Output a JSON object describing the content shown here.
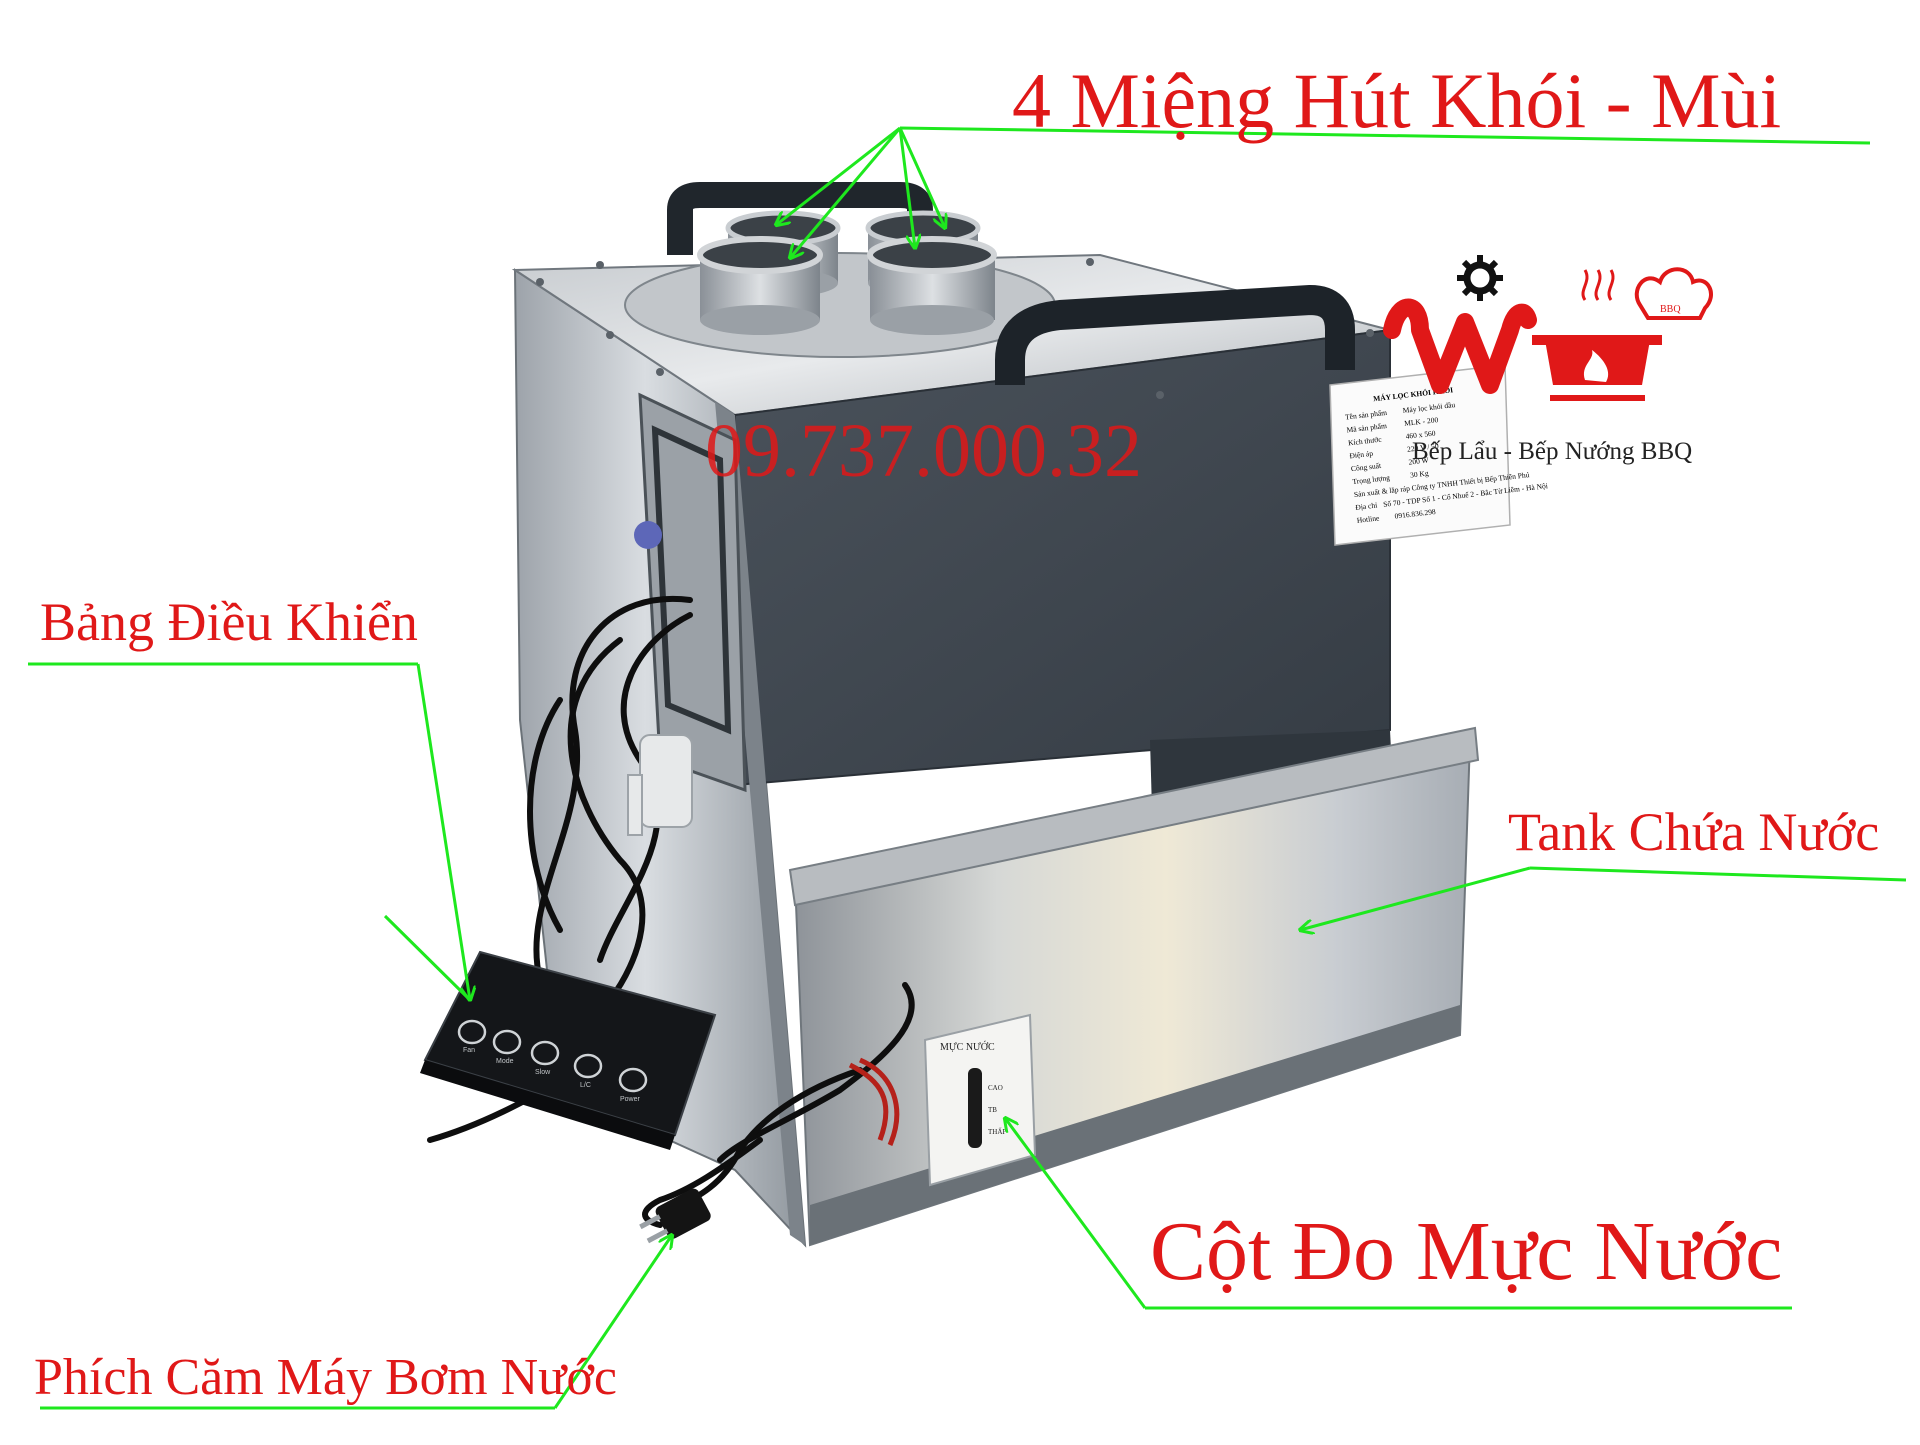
{
  "labels": {
    "smoke_inlets": "4 Miệng Hút Khói - Mùi",
    "control_panel": "Bảng Điều Khiển",
    "water_tank": "Tank Chứa Nước",
    "water_level_column": "Cột Đo Mực Nước",
    "pump_plug": "Phích Căm Máy Bơm Nước"
  },
  "watermark": {
    "phone": "09.737.000.32"
  },
  "logo": {
    "tagline": "Bếp Lẩu - Bếp Nướng BBQ",
    "hat_text": "BBQ"
  },
  "level_gauge": {
    "title": "MỰC NƯỚC",
    "high": "CAO",
    "mid": "TB",
    "low": "THẤP"
  },
  "control_buttons": [
    "Fan",
    "Mode",
    "Slow",
    "L/C",
    "Power"
  ],
  "spec_plate": {
    "title": "MÁY LỌC KHÓI KHÓI",
    "rows": [
      [
        "Tên sản phẩm",
        "Máy lọc khói dầu"
      ],
      [
        "Mã sản phẩm",
        "MLK - 200"
      ],
      [
        "Kích thước",
        "460 x 560"
      ],
      [
        "Điện áp",
        "220 V / 50"
      ],
      [
        "Công suất",
        "200 W"
      ],
      [
        "Trọng lượng",
        "30 Kg"
      ],
      [
        "Sản xuất & lắp ráp",
        "Công ty TNHH Thiết bị Bếp Thiên Phú"
      ],
      [
        "Địa chỉ",
        "Số 70 - TDP Số 1 - Cổ Nhuế 2 - Bắc Từ Liêm - Hà Nội"
      ],
      [
        "Hotline",
        "0916.836.298"
      ]
    ]
  },
  "colors": {
    "label_red": "#e01818",
    "arrow_green": "#1ee81e",
    "housing_dark": "#3e464f",
    "steel": "#b9bec3"
  }
}
